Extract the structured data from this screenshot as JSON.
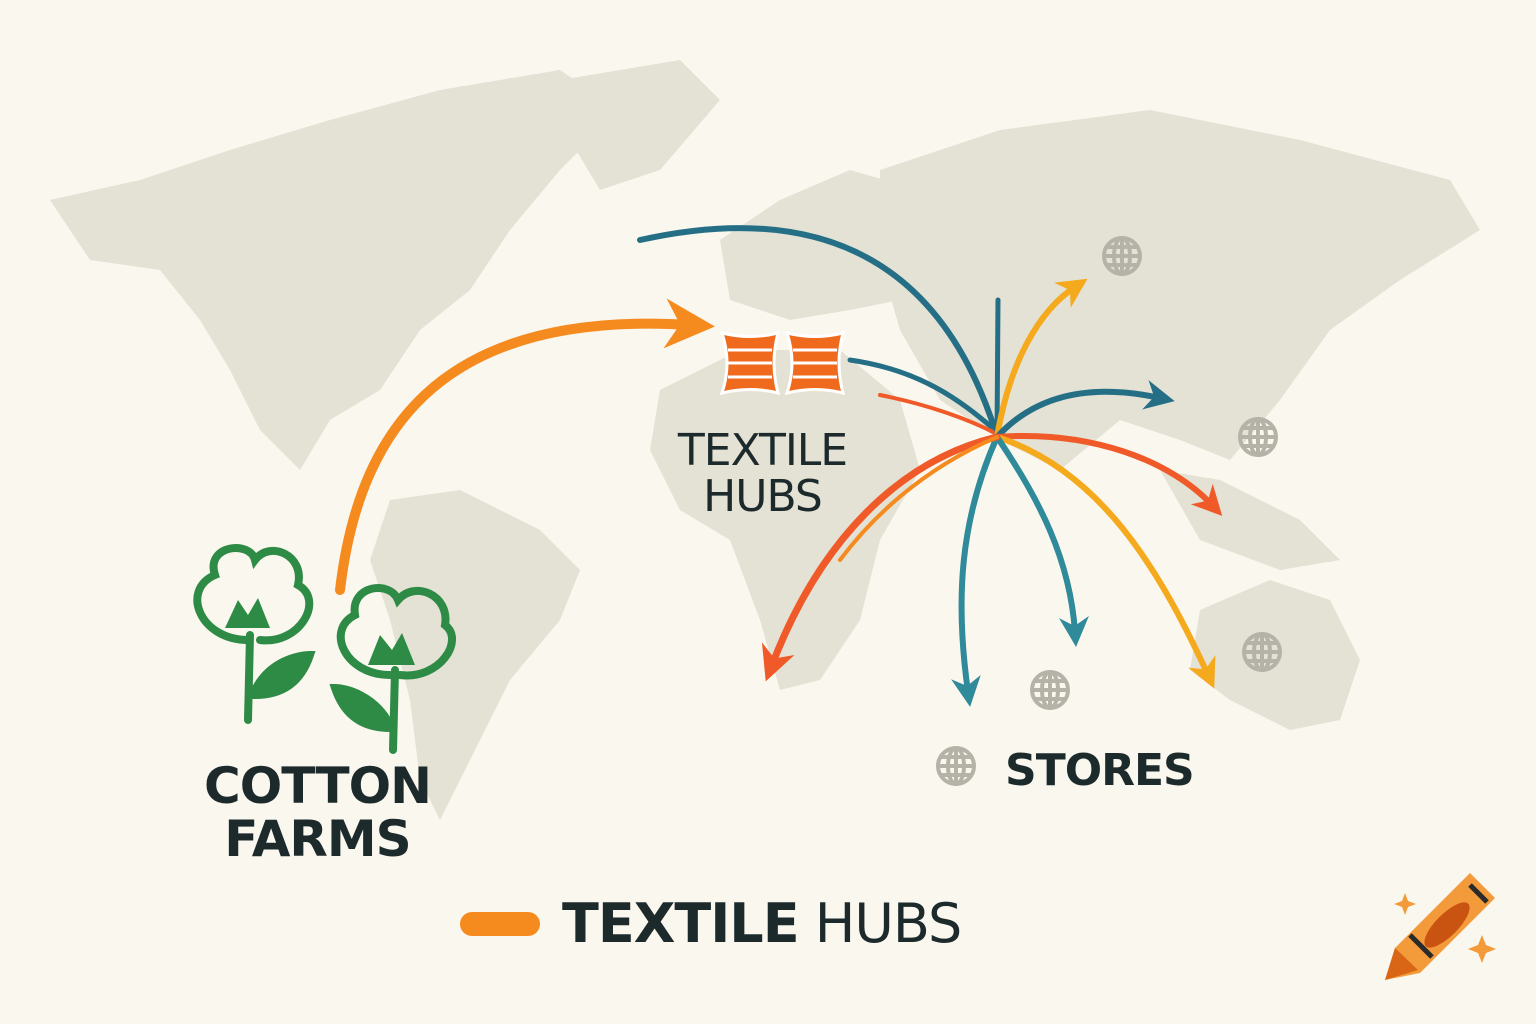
{
  "labels": {
    "textile_hubs": "TEXTILE HUBS",
    "cotton_farms": "COTTON FARMS",
    "stores": "STORES"
  },
  "legend": {
    "bold": "TEXTILE",
    "light": "HUBS",
    "color": "#f58a1f"
  },
  "colors": {
    "background": "#faf7ef",
    "land": "#e4e1d5",
    "orange": "#f58a1f",
    "red_orange": "#f05a28",
    "yellow": "#f5a91c",
    "teal": "#2f8a9a",
    "dark_teal": "#256f86",
    "cotton_green": "#2e8b45"
  },
  "icons": [
    "cotton-plant-icon",
    "textile-fabric-icon",
    "globe-icon",
    "crayon-logo-icon"
  ]
}
